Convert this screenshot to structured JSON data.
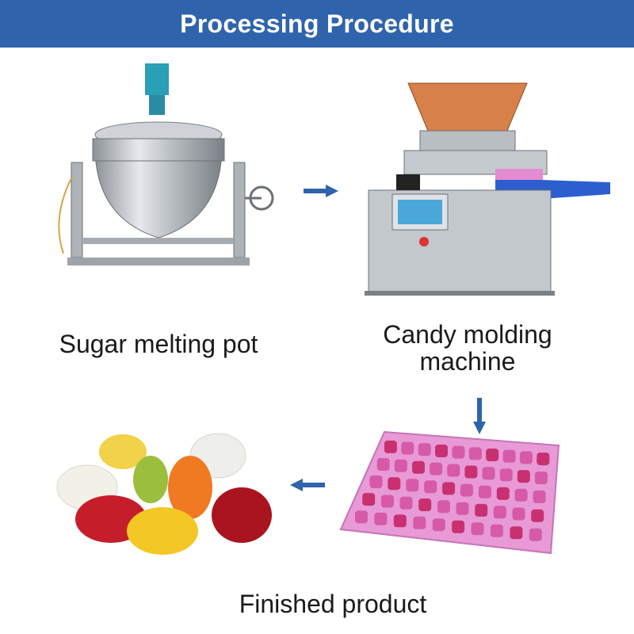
{
  "header": {
    "title": "Processing Procedure"
  },
  "steps": [
    {
      "label": "Sugar melting pot"
    },
    {
      "label": "Candy molding machine"
    },
    {
      "label": "Finished product"
    }
  ],
  "colors": {
    "header_bg": "#2f64ad",
    "arrow": "#2f64ad"
  }
}
